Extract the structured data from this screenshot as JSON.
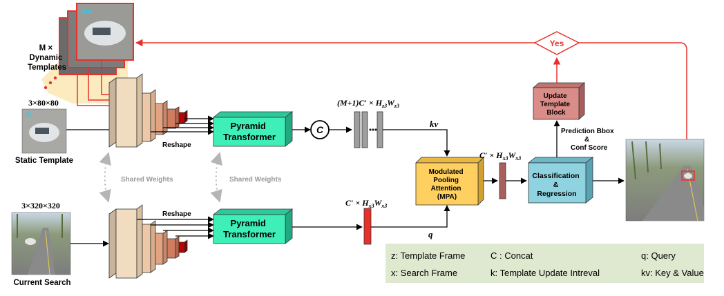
{
  "labels": {
    "dynamic_templates": [
      "M ×",
      "Dynamic",
      "Templates"
    ],
    "yes": "Yes",
    "static_size": "3×80×80",
    "static_template": "Static Template",
    "search_size": "3×320×320",
    "current_search": "Current Search",
    "reshape": "Reshape",
    "pyramid_transformer": [
      "Pyramid",
      "Transformer"
    ],
    "shared_weights": "Shared Weights",
    "concat_symbol": "C",
    "kv_dim": "(M+1)C′ × H",
    "kv_dim_sub": "z3",
    "kv_dim_w": "W",
    "kv": "kv",
    "q": "q",
    "c_dim": "C′ × H",
    "c_dim_sub": "x3",
    "c_dim_w": "W",
    "mpa": [
      "Modulated",
      "Pooling",
      "Attention",
      "(MPA)"
    ],
    "update_block": [
      "Update",
      "Template",
      "Block"
    ],
    "prediction": [
      "Prediction Bbox",
      "&",
      "Conf Score"
    ],
    "classification": [
      "Classification",
      "&",
      "Regression"
    ],
    "frame_tag_dynamic": "#m",
    "frame_tag_static": "#1"
  },
  "legend": {
    "rows": [
      [
        "z: Template Frame",
        "C : Concat",
        "q: Query"
      ],
      [
        "x: Search Frame",
        "k: Template Update Intreval",
        "kv: Key & Value"
      ]
    ]
  },
  "colors": {
    "pyramid": "#3ef0b8",
    "mpa": "#ffd060",
    "update": "#d98c88",
    "classify": "#8fd3e0",
    "legend_bg": "#dfe9cf",
    "red": "#e8302a",
    "cnn_light": "#f2dcc0",
    "cnn_dark": "#c00000"
  }
}
